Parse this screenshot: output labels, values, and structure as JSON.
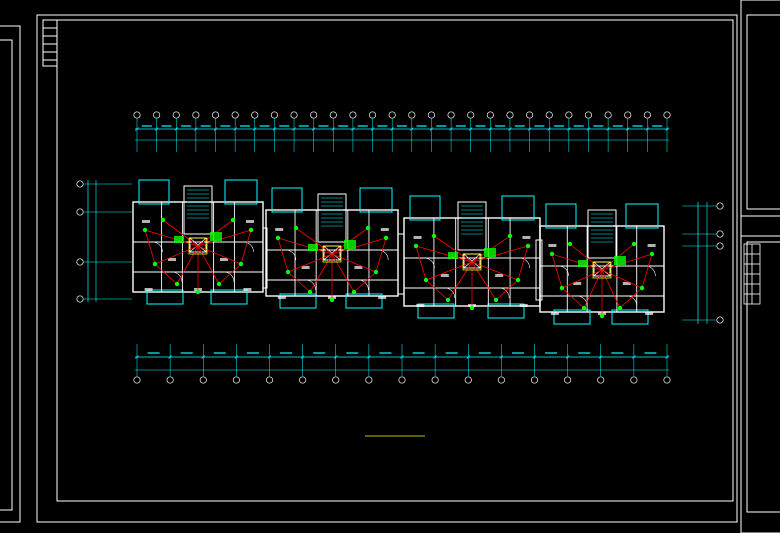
{
  "viewport": {
    "background": "#000000",
    "colors": {
      "frame": "#ffffff",
      "dimension": "#00ffff",
      "wall": "#ffffff",
      "wiring": "#ff0000",
      "device": "#00ff00",
      "fixture": "#ffff00",
      "title_text": "#ffff00",
      "axis_bubble": "#ffffff"
    }
  },
  "drawing": {
    "title": "",
    "units": 4,
    "top_axis_count": 28,
    "bottom_axis_count": 17,
    "left_axis_count": 4,
    "right_axis_count": 4
  },
  "title_block": {
    "label": ""
  }
}
